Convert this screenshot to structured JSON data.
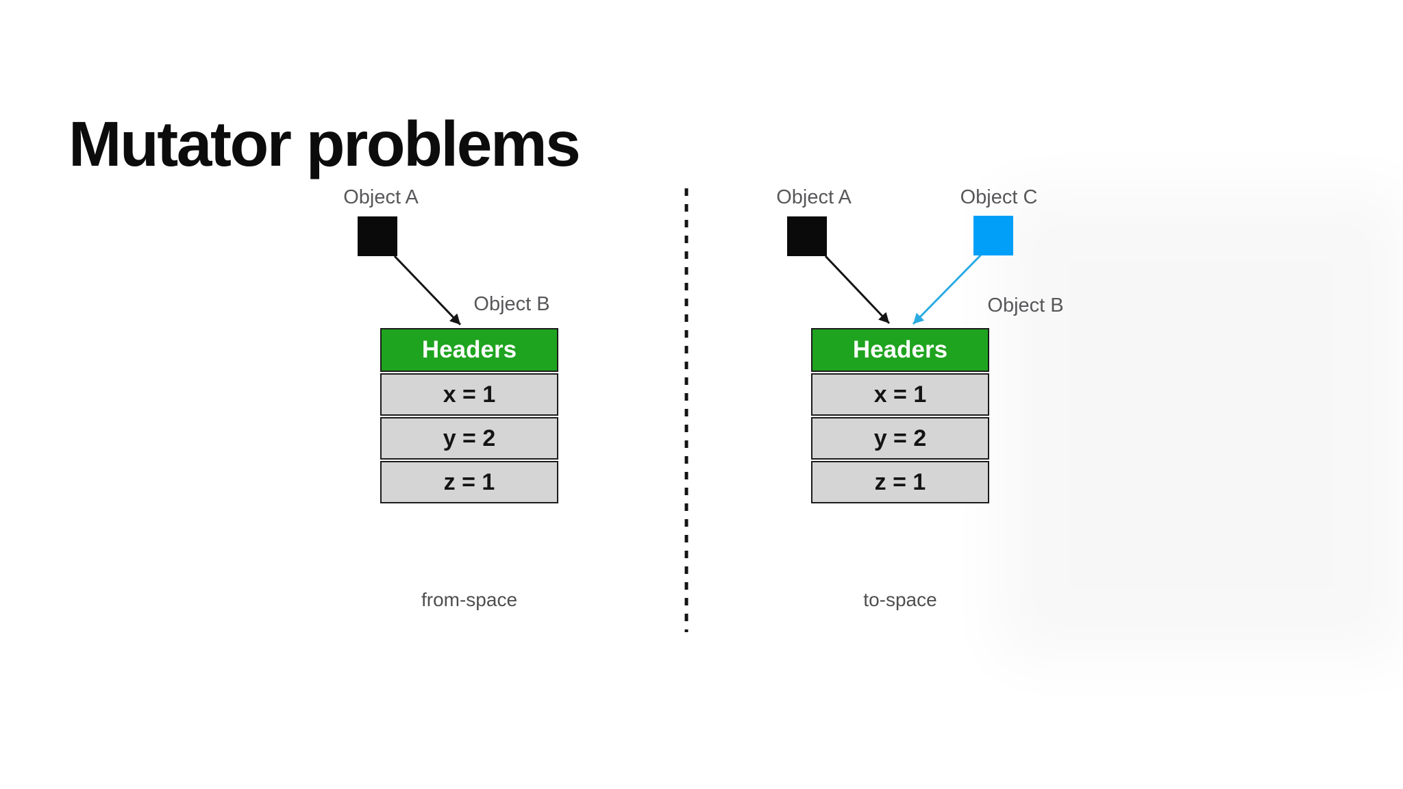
{
  "title": "Mutator problems",
  "left_panel": {
    "space_label": "from-space",
    "objects": {
      "a": {
        "label": "Object A"
      },
      "b": {
        "label": "Object B"
      }
    },
    "table": {
      "header": "Headers",
      "rows": [
        "x = 1",
        "y = 2",
        "z = 1"
      ]
    },
    "pointers": [
      {
        "from": "Object A",
        "to": "Object B",
        "color": "#141414"
      }
    ]
  },
  "right_panel": {
    "space_label": "to-space",
    "objects": {
      "a": {
        "label": "Object A"
      },
      "c": {
        "label": "Object C"
      },
      "b": {
        "label": "Object B"
      }
    },
    "table": {
      "header": "Headers",
      "rows": [
        "x = 1",
        "y = 2",
        "z = 1"
      ]
    },
    "pointers": [
      {
        "from": "Object A",
        "to": "Object B",
        "color": "#141414"
      },
      {
        "from": "Object C",
        "to": "Object B",
        "color": "#29abe2"
      }
    ]
  },
  "colors": {
    "title_text": "#0c0c0c",
    "label_gray": "#57575a",
    "object_black": "#0a0a0a",
    "object_blue": "#019ff7",
    "arrow_black": "#141414",
    "arrow_blue": "#29abe2",
    "header_green": "#1fa41f",
    "row_fill": "#d5d5d5",
    "row_border": "#1b1b1b",
    "divider": "#141414"
  }
}
